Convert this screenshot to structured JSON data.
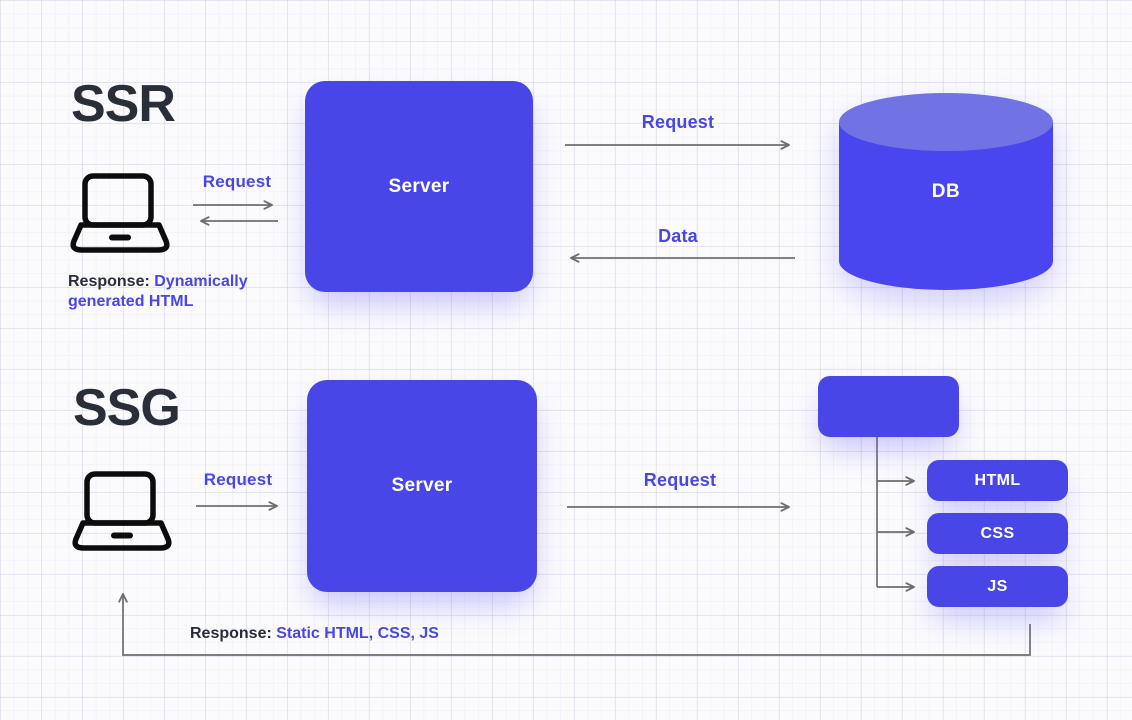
{
  "diagram": {
    "ssr": {
      "title": "SSR",
      "client_request_label": "Request",
      "server_label": "Server",
      "db_request_label": "Request",
      "db_data_label": "Data",
      "db_label": "DB",
      "response_prefix": "Response:",
      "response_value": "Dynamically generated HTML"
    },
    "ssg": {
      "title": "SSG",
      "client_request_label": "Request",
      "server_label": "Server",
      "server_request_label": "Request",
      "outputs": [
        "HTML",
        "CSS",
        "JS"
      ],
      "response_prefix": "Response:",
      "response_value": "Static HTML, CSS, JS"
    },
    "colors": {
      "accent": "#4946e8",
      "cylinder-top": "#7173e4",
      "cylinder-body": "#4a46ef",
      "arrow": "#6e6e6e",
      "heading": "#2a2e38",
      "box-text": "#ffffff"
    }
  }
}
